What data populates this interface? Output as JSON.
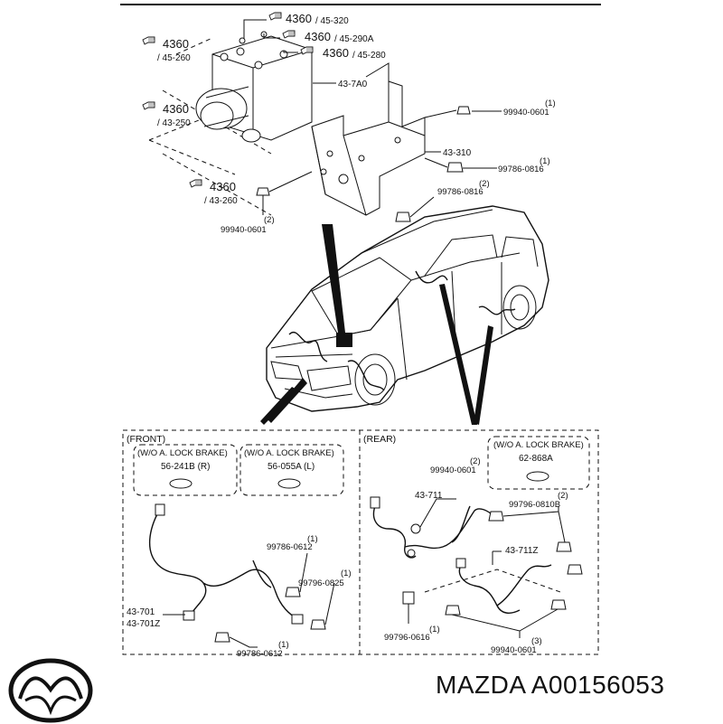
{
  "top_labels": {
    "ref_4360_a": "4360",
    "code_45_320": "/ 45-320",
    "ref_4360_b": "4360",
    "code_45_290a": "/ 45-290A",
    "ref_4360_c": "4360",
    "code_45_280": "/ 45-280",
    "ref_4360_d": "4360",
    "code_45_260": "/ 45-260",
    "ref_4360_e": "4360",
    "code_43_250": "/ 43-250",
    "ref_4360_f": "4360",
    "code_43_260": "/ 43-260",
    "part_43_7a0": "43-7A0",
    "part_99940_0601_top": "99940-0601",
    "qty_top_1": "(1)",
    "part_43_310": "43-310",
    "part_99786_0816_a": "99786-0816",
    "qty_top_2": "(1)",
    "part_99786_0816_b": "99786-0816",
    "qty_top_3": "(2)",
    "part_99940_0601_left": "99940-0601",
    "qty_top_4": "(2)"
  },
  "front": {
    "heading": "(FRONT)",
    "box_r_title": "(W/O A. LOCK BRAKE)",
    "box_r_part": "56-241B (R)",
    "box_l_title": "(W/O A. LOCK BRAKE)",
    "box_l_part": "56-055A (L)",
    "part_99786_0612_a": "99786-0612",
    "qty_a": "(1)",
    "part_99796_0825": "99796-0825",
    "qty_b": "(1)",
    "part_43_701": "43-701",
    "part_43_701z": "43-701Z",
    "part_99786_0612_b": "99786-0612",
    "qty_c": "(1)"
  },
  "rear": {
    "heading": "(REAR)",
    "box_title": "(W/O A. LOCK BRAKE)",
    "box_part": "62-868A",
    "part_99940_0601_a": "99940-0601",
    "qty_a": "(2)",
    "part_43_711": "43-711",
    "part_99796_0810b": "99796-0810B",
    "qty_b": "(2)",
    "part_43_711z": "43-711Z",
    "part_99796_0616": "99796-0616",
    "qty_c": "(1)",
    "part_99940_0601_b": "99940-0601",
    "qty_d": "(3)"
  },
  "brand_line": "MAZDA A00156053",
  "icons": [
    "pointing-hand-icon",
    "mazda-logo-icon"
  ],
  "colors": {
    "ink": "#111111",
    "background": "#ffffff"
  }
}
